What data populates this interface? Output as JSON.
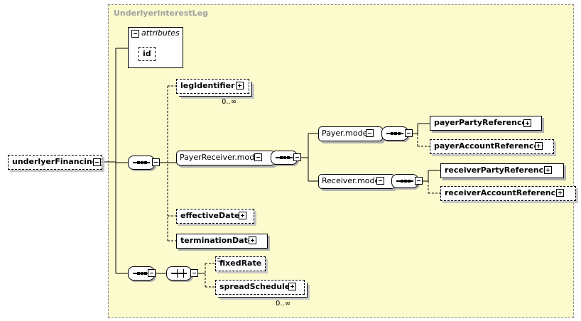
{
  "group": {
    "title": "UnderlyerInterestLeg"
  },
  "attributes": {
    "label": "attributes",
    "items": [
      "id"
    ]
  },
  "root": {
    "label": "underlyerFinancing"
  },
  "elements": {
    "legIdentifier": {
      "label": "legIdentifier",
      "cardinality": "0..∞"
    },
    "payerReceiverModel": {
      "label": "PayerReceiver.model"
    },
    "payerModel": {
      "label": "Payer.model"
    },
    "receiverModel": {
      "label": "Receiver.model"
    },
    "payerPartyReference": {
      "label": "payerPartyReference"
    },
    "payerAccountReference": {
      "label": "payerAccountReference"
    },
    "receiverPartyReference": {
      "label": "receiverPartyReference"
    },
    "receiverAccountReference": {
      "label": "receiverAccountReference"
    },
    "effectiveDate": {
      "label": "effectiveDate"
    },
    "terminationDate": {
      "label": "terminationDate"
    },
    "fixedRate": {
      "label": "fixedRate"
    },
    "spreadSchedule": {
      "label": "spreadSchedule",
      "cardinality": "0..∞"
    }
  },
  "colors": {
    "group_fill": "#fbfbce",
    "group_border": "#8c8c8c",
    "title": "#a0a0a0"
  }
}
